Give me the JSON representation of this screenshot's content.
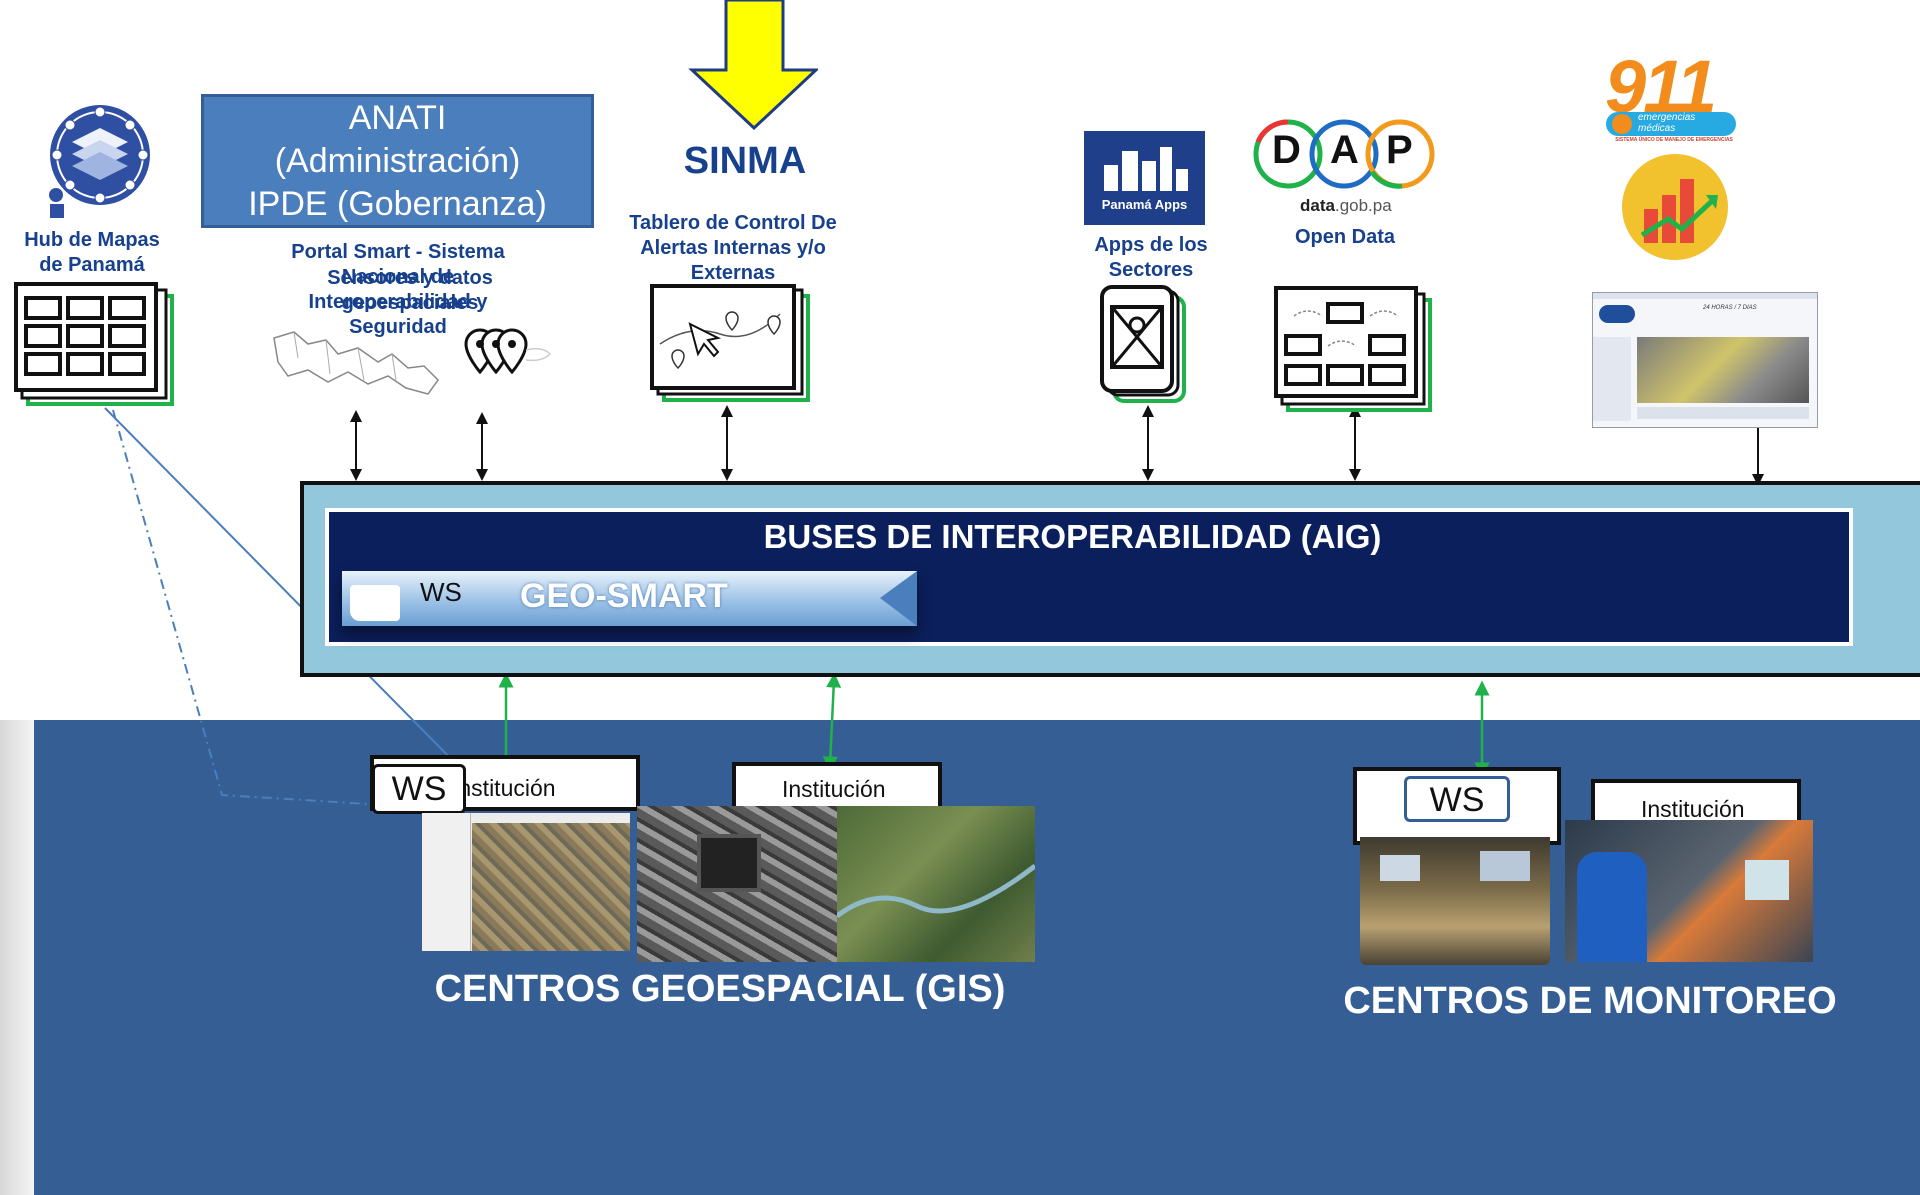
{
  "hub": {
    "label": "Hub de Mapas de Panamá"
  },
  "anati": {
    "line1": "ANATI",
    "line2": "(Administración)",
    "line3": "IPDE (Gobernanza)"
  },
  "portal": {
    "text_a": "Portal Smart - Sistema Nacional de Interoperabilidad y Seguridad",
    "text_b": "Sensores y datos geoespaciales"
  },
  "sinma": {
    "title": "SINMA",
    "label": "Tablero de Control De Alertas Internas y/o Externas"
  },
  "apps": {
    "logo_text": "Panamá Apps",
    "label": "Apps de los Sectores"
  },
  "opendata": {
    "logo_d": "D",
    "logo_a": "A",
    "logo_p": "P",
    "url_bold": "data",
    "url_rest": ".gob.pa",
    "label": "Open Data"
  },
  "e911": {
    "number": "911",
    "sub1": "emergencias",
    "sub2": "médicas",
    "tagline": "SISTEMA ÚNICO DE MANEJO DE EMERGENCIAS",
    "web_banner": "24 HORAS / 7 DIAS"
  },
  "bus": {
    "title": "BUSES DE INTEROPERABILIDAD  (AIG)",
    "ws": "WS",
    "geo": "GEO-SMART"
  },
  "gis": {
    "ws": "WS",
    "inst1": "Institución",
    "inst2": "Institución",
    "caption": "CENTROS GEOESPACIAL (GIS)"
  },
  "monitor": {
    "ws": "WS",
    "inst": "Institución",
    "caption": "CENTROS DE MONITOREO"
  },
  "colors": {
    "panel": "#355f94",
    "bus_outer": "#93c7db",
    "bus_inner": "#0b1f5c",
    "arrow_yellow": "#ffff00",
    "accent_green": "#1fb24a",
    "label_blue": "#17418c"
  }
}
